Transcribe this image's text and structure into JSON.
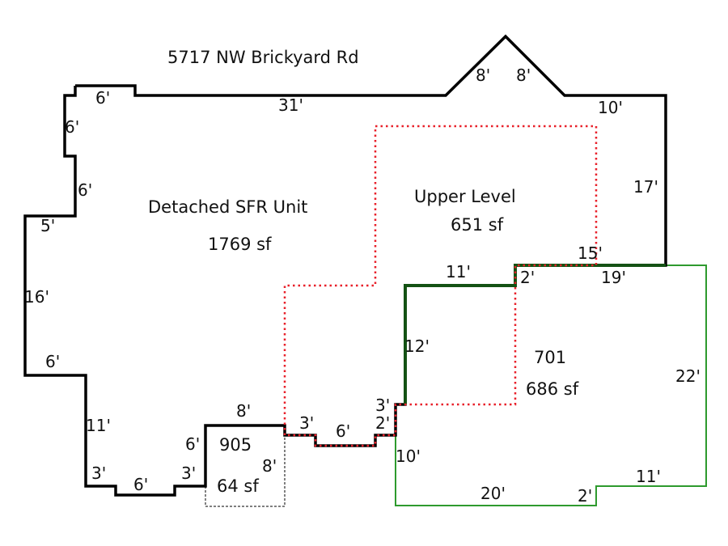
{
  "title": "5717 NW Brickyard Rd",
  "colors": {
    "main": "#000000",
    "upper": "#e8202a",
    "addition": "#2e9a2e",
    "shared": "#145214"
  },
  "areas": [
    {
      "name": "Detached SFR Unit",
      "area": "1769 sf"
    },
    {
      "name": "Upper Level",
      "area": "651 sf"
    },
    {
      "name": "701",
      "area": "686 sf"
    },
    {
      "name": "905",
      "area": "64 sf"
    }
  ],
  "dims": [
    "6'",
    "6'",
    "6'",
    "5'",
    "16'",
    "6'",
    "11'",
    "3'",
    "6'",
    "3'",
    "6'",
    "8'",
    "8'",
    "3'",
    "6'",
    "2'",
    "3'",
    "10'",
    "12'",
    "11'",
    "2'",
    "15'",
    "19'",
    "17'",
    "10'",
    "31'",
    "8'",
    "8'",
    "22'",
    "11'",
    "2'",
    "20'"
  ]
}
